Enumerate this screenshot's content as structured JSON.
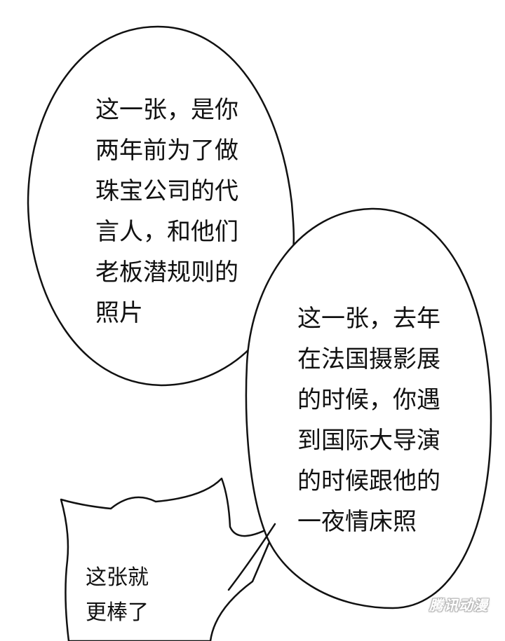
{
  "bubbles": [
    {
      "lines": [
        "这一张，是你",
        "两年前为了做",
        "珠宝公司的代",
        "言人，和他们",
        "老板潜规则的",
        "照片"
      ]
    },
    {
      "lines": [
        "这一张，去年",
        "在法国摄影展",
        "的时候，你遇",
        "到国际大导演",
        "的时候跟他的",
        "一夜情床照"
      ]
    },
    {
      "lines": [
        "这张就",
        "更棒了"
      ]
    }
  ],
  "watermark": "腾讯动漫",
  "colors": {
    "background": "#ffffff",
    "outline": "#111111",
    "text": "#111111"
  }
}
